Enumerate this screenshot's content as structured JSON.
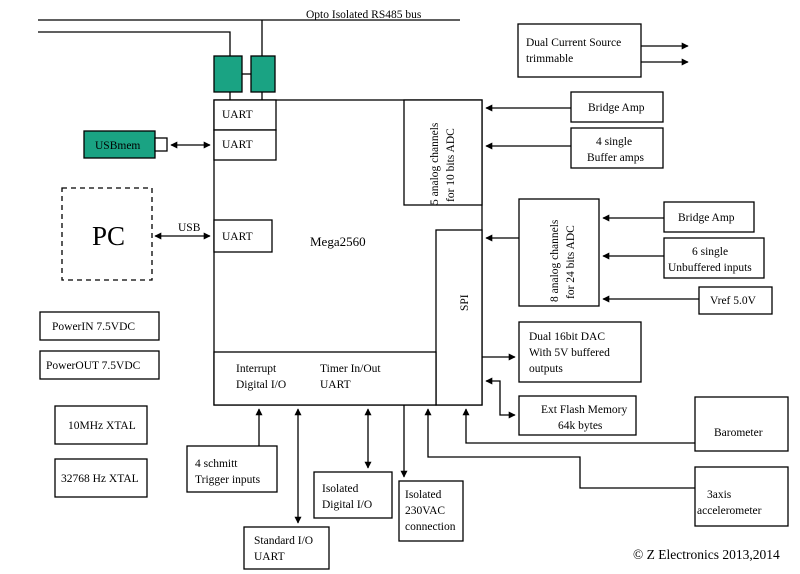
{
  "bus": {
    "label": "Opto Isolated RS485 bus"
  },
  "dual_current": {
    "line1": "Dual Current Source",
    "line2": "trimmable"
  },
  "uart": {
    "label": "UART"
  },
  "usbmem": {
    "label": "USBmem"
  },
  "pc": {
    "label": "PC"
  },
  "usb_link": {
    "label": "USB"
  },
  "mcu": {
    "label": "Mega2560"
  },
  "adc10": {
    "line1": "5 analog channels",
    "line2": "for 10 bits ADC"
  },
  "adc24": {
    "line1": "8 analog channels",
    "line2": "for 24 bits ADC"
  },
  "spi": {
    "label": "SPI"
  },
  "bridge_amp_1": {
    "label": "Bridge Amp"
  },
  "buffer_amps": {
    "line1": "4 single",
    "line2": "Buffer amps"
  },
  "bridge_amp_2": {
    "label": "Bridge Amp"
  },
  "unbuffered": {
    "line1": "6 single",
    "line2": "Unbuffered inputs"
  },
  "vref": {
    "label": "Vref 5.0V"
  },
  "dac": {
    "line1": "Dual 16bit DAC",
    "line2": "With 5V buffered",
    "line3": "outputs"
  },
  "flash": {
    "line1": "Ext Flash Memory",
    "line2": "64k bytes"
  },
  "barometer": {
    "label": "Barometer"
  },
  "accel": {
    "line1": "3axis",
    "line2": "accelerometer"
  },
  "interrupt": {
    "line1": "Interrupt",
    "line2": "Digital I/O"
  },
  "timer": {
    "line1": "Timer In/Out",
    "line2": "UART"
  },
  "schmitt": {
    "line1": "4 schmitt",
    "line2": "Trigger inputs"
  },
  "isolated_io": {
    "line1": "Isolated",
    "line2": "Digital I/O"
  },
  "isolated_ac": {
    "line1": "Isolated",
    "line2": "230VAC",
    "line3": "connection"
  },
  "std_io": {
    "line1": "Standard I/O",
    "line2": "UART"
  },
  "power_in": {
    "label": "PowerIN 7.5VDC"
  },
  "power_out": {
    "label": "PowerOUT 7.5VDC"
  },
  "xtal_10m": {
    "label": "10MHz XTAL"
  },
  "xtal_32k": {
    "label": "32768 Hz XTAL"
  },
  "copyright": {
    "label": "© Z Electronics 2013,2014"
  },
  "colors": {
    "module_fill": "#1aa383",
    "line": "#000000",
    "background": "#ffffff"
  }
}
